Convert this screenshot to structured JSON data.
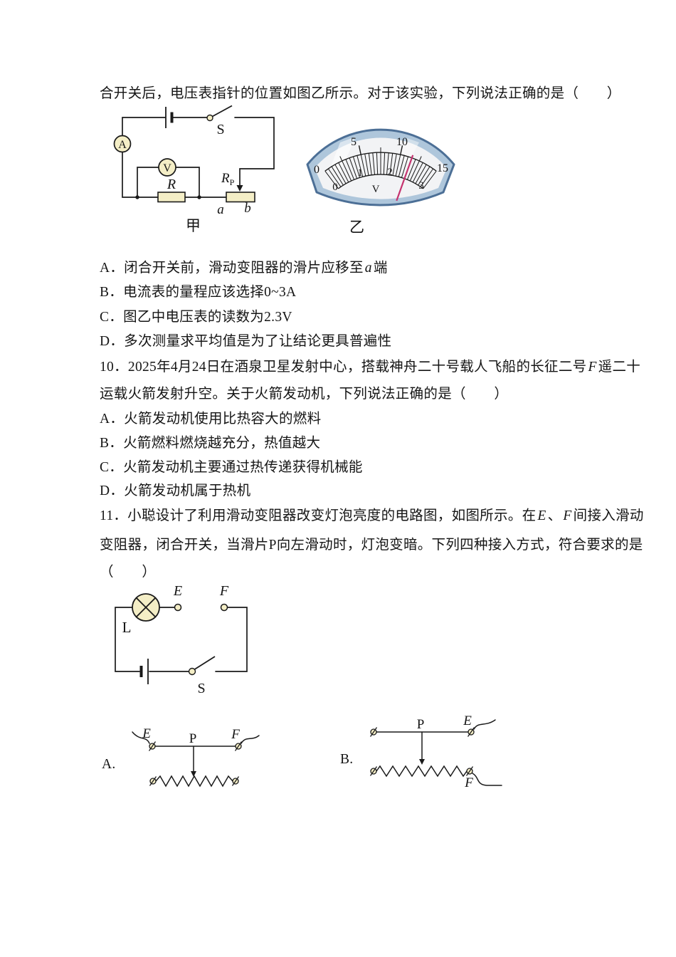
{
  "intro": {
    "line": "合开关后，电压表指针的位置如图乙所示。对于该实验，下列说法正确的是（　　）"
  },
  "q9": {
    "options": [
      {
        "segments": [
          {
            "t": "A．闭合开关前，滑动变阻器的滑片应移至"
          },
          {
            "t": "a",
            "i": true
          },
          {
            "t": "端"
          }
        ]
      },
      {
        "segments": [
          {
            "t": "B．电流表的量程应该选择0~3A"
          }
        ]
      },
      {
        "segments": [
          {
            "t": "C．图乙中电压表的读数为2.3V"
          }
        ]
      },
      {
        "segments": [
          {
            "t": "D．多次测量求平均值是为了让结论更具普遍性"
          }
        ]
      }
    ],
    "fig": {
      "jia_caption": "甲",
      "yi_caption": "乙",
      "circuit": {
        "ammeter_label": "A",
        "voltmeter_label": "V",
        "resistor_label": "R",
        "rheostat_label": "R",
        "rheostat_sub": "P",
        "switch_label": "S",
        "end_a": "a",
        "end_b": "b",
        "component_fill": "#f4eec6"
      },
      "dial": {
        "unit": "V",
        "outer_scale": [
          "0",
          "5",
          "10",
          "15"
        ],
        "inner_scale": [
          "0",
          "1",
          "2",
          "3"
        ],
        "inner_max": 3,
        "outer_max": 15,
        "reading_v": "2.3",
        "needle_color": "#c5336f",
        "rim_fill": "#aec6db",
        "rim_stroke": "#4c6f96",
        "face_fill": "#f2f3f5"
      }
    }
  },
  "q10": {
    "line1_segments": [
      {
        "t": "10．2025年4月24日在酒泉卫星发射中心，搭载神舟二十号载人飞船的长征二号"
      },
      {
        "t": "F",
        "i": true
      },
      {
        "t": "遥二十"
      }
    ],
    "line2": "运载火箭发射升空。关于火箭发动机，下列说法正确的是（　　）",
    "options": [
      "A．火箭发动机使用比热容大的燃料",
      "B．火箭燃料燃烧越充分，热值越大",
      "C．火箭发动机主要通过热传递获得机械能",
      "D．火箭发动机属于热机"
    ]
  },
  "q11": {
    "line1_segments": [
      {
        "t": "11．小聪设计了利用滑动变阻器改变灯泡亮度的电路图，如图所示。在"
      },
      {
        "t": "E",
        "i": true
      },
      {
        "t": "、"
      },
      {
        "t": "F",
        "i": true
      },
      {
        "t": "间接入滑动"
      }
    ],
    "line2": "变阻器，闭合开关，当滑片P向左滑动时，灯泡变暗。下列四种接入方式，符合要求的是",
    "line3": "（　　）",
    "fig": {
      "lamp_label": "L",
      "e_label": "E",
      "f_label": "F",
      "switch_label": "S"
    },
    "optionA": {
      "label": "A.",
      "p_label": "P",
      "e_label": "E",
      "f_label": "F"
    },
    "optionB": {
      "label": "B.",
      "p_label": "P",
      "e_label": "E",
      "f_label": "F"
    }
  }
}
